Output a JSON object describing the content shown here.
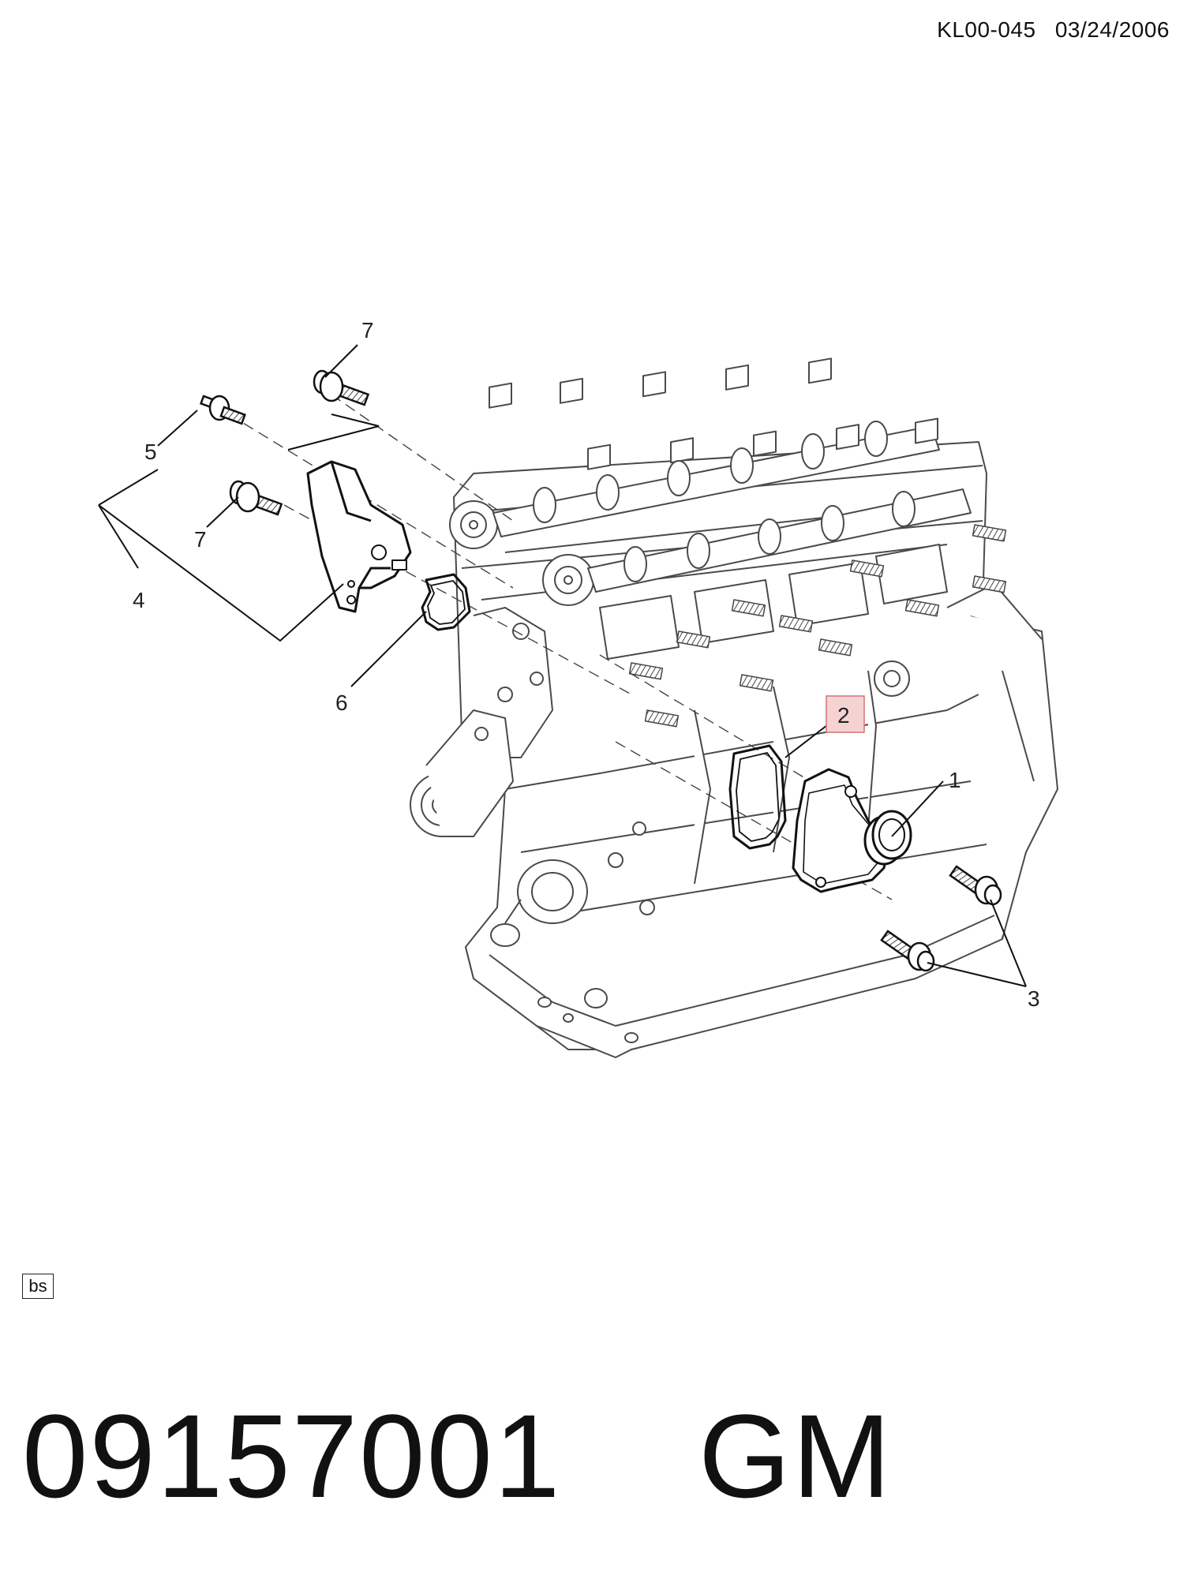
{
  "header": {
    "code": "KL00-045",
    "date": "03/24/2006"
  },
  "callouts": [
    {
      "id": "1",
      "label": "1"
    },
    {
      "id": "2",
      "label": "2",
      "highlighted": true
    },
    {
      "id": "3",
      "label": "3"
    },
    {
      "id": "4",
      "label": "4"
    },
    {
      "id": "5",
      "label": "5"
    },
    {
      "id": "6",
      "label": "6"
    },
    {
      "id": "7a",
      "label": "7"
    },
    {
      "id": "7b",
      "label": "7"
    }
  ],
  "tag": "bs",
  "footer": {
    "part_number": "09157001",
    "brand": "GM"
  },
  "colors": {
    "line": "#222222",
    "engine_line": "#4a4a4a",
    "highlight_fill": "#f6d3d3",
    "highlight_stroke": "#d97a7a"
  }
}
